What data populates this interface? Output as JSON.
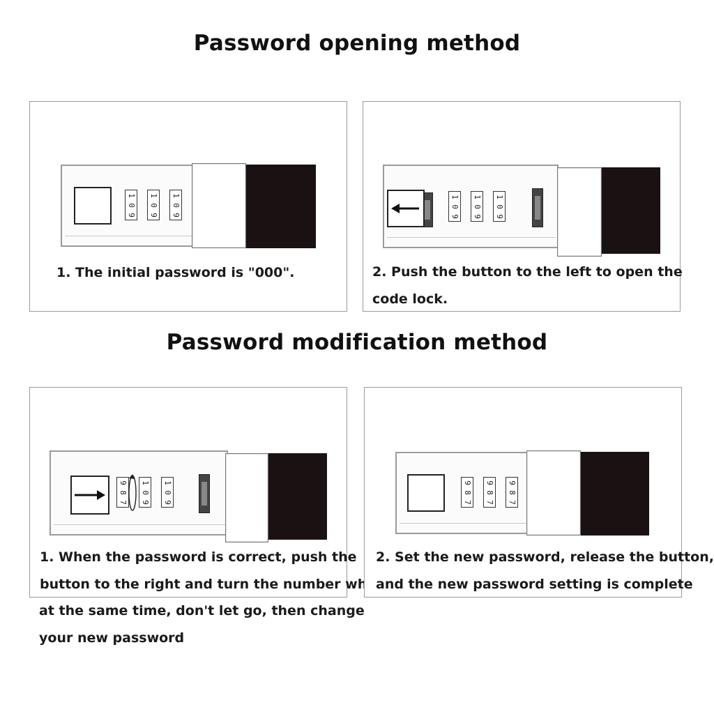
{
  "sections": [
    {
      "title": "Password opening method"
    },
    {
      "title": "Password modification method"
    }
  ],
  "panels": [
    {
      "caption": [
        "1. The initial password is \"000\"."
      ],
      "wheel_digits": [
        [
          "1",
          "0",
          "9"
        ],
        [
          "1",
          "0",
          "9"
        ],
        [
          "1",
          "0",
          "9"
        ]
      ]
    },
    {
      "caption": [
        "2. Push the button to the left to open the",
        "code lock."
      ],
      "wheel_digits": [
        [
          "1",
          "0",
          "9"
        ],
        [
          "1",
          "0",
          "9"
        ],
        [
          "1",
          "0",
          "9"
        ]
      ],
      "arrow": "arrow-left-icon"
    },
    {
      "caption": [
        "1. When the password is correct, push the",
        "button to the right and turn the number wheel",
        "at the same time, don't let go, then change",
        "your new password"
      ],
      "wheel_digits": [
        [
          "9",
          "8",
          "7"
        ],
        [
          "1",
          "0",
          "9"
        ],
        [
          "1",
          "0",
          "9"
        ]
      ],
      "arrow": "arrow-right-icon"
    },
    {
      "caption": [
        "2. Set the new password, release the button,",
        "and the new password setting is complete"
      ],
      "wheel_digits": [
        [
          "9",
          "8",
          "7"
        ],
        [
          "9",
          "8",
          "7"
        ],
        [
          "9",
          "8",
          "7"
        ]
      ]
    }
  ]
}
